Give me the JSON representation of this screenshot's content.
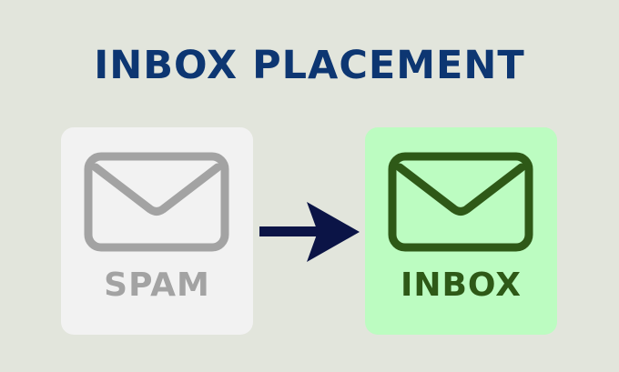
{
  "title": "INBOX PLACEMENT",
  "colors": {
    "background": "#e2e5dc",
    "title": "#0d3672",
    "spam_card": "#f2f2f2",
    "spam_icon": "#a3a3a3",
    "inbox_card": "#bcfcc1",
    "inbox_icon": "#2e5917",
    "arrow": "#0b1446"
  },
  "cards": [
    {
      "label": "SPAM",
      "icon": "envelope-icon"
    },
    {
      "label": "INBOX",
      "icon": "envelope-icon"
    }
  ],
  "connector": {
    "icon": "arrow-right-icon"
  }
}
